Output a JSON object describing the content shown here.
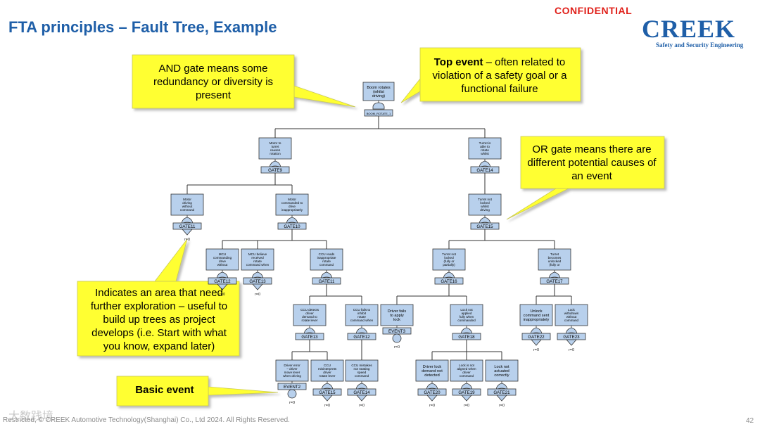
{
  "header": {
    "title": "FTA principles – Fault Tree, Example",
    "confidential": "CONFIDENTIAL",
    "logo_word": "CREEK",
    "logo_tagline": "Safety and Security Engineering"
  },
  "footer": {
    "copyright": "Restricted, © CREEK Automotive Technology(Shanghai) Co., Ltd 2024. All Rights Reserved.",
    "page_number": "42",
    "watermark": "大数践境"
  },
  "callouts": {
    "and_gate": "AND gate means some redundancy or diversity is present",
    "top_event_bold": "Top event",
    "top_event_rest": " – often related to violation of a safety goal or a functional failure",
    "or_gate": "OR gate means there are different potential causes of an event",
    "explore": "Indicates an area that need further exploration – useful to build up trees as project develops (i.e. Start with what you know, expand later)",
    "basic_event": "Basic event"
  },
  "tree": {
    "top": {
      "label": "Boom rotates (whilst driving)",
      "gate": "BOOM_ROTATE_1"
    },
    "motor_turret": {
      "label": "Motor to turret causes rotation",
      "gate": "GATE9"
    },
    "turret_able": {
      "label": "Turret is able to rotate whilst driving",
      "gate": "GATE14"
    },
    "motor_driving": {
      "label": "Motor driving without command",
      "gate": "GATE11"
    },
    "motor_commanded": {
      "label": "Motor commanded to drive inappropriately",
      "gate": "GATE10"
    },
    "turret_not_locked": {
      "label": "Turret not locked whilst driving",
      "gate": "GATE15"
    },
    "mcu_commanding": {
      "label": "MCU commanding drive without command from CCU",
      "gate": "GATE12"
    },
    "mcu_believe": {
      "label": "MCU believe received rotate command when CCU hasn't sent one",
      "gate": "GATE13"
    },
    "ccu_reads": {
      "label": "CCU reads inappropriate rotate command",
      "gate": "GATE11"
    },
    "turret_not_locked_before": {
      "label": "Turret not locked (fully or partially) before driving",
      "gate": "GATE16"
    },
    "turret_becomes_unlocked": {
      "label": "Turret becomes unlocked (fully or partially) whilst driving",
      "gate": "GATE17"
    },
    "ccu_detects": {
      "label": "CCU detects driver demand to rotate lever",
      "gate": "GATE13"
    },
    "ccu_fails_inhibit": {
      "label": "CCU fails to inhibit rotate command when moving",
      "gate": "GATE12"
    },
    "driver_fails_lock": {
      "label": "Driver fails to apply lock",
      "gate": "EVENT3"
    },
    "lock_not_applied": {
      "label": "Lock not applied fully when commanded",
      "gate": "GATE18"
    },
    "unlock_command": {
      "label": "Unlock command sent inappropriately",
      "gate": "GATE22"
    },
    "lock_withdraws": {
      "label": "Lock withdraws without command",
      "gate": "GATE23"
    },
    "driver_error": {
      "label": "Driver error – driver move lever when driving",
      "gate": "EVENT2"
    },
    "ccu_misinterpret": {
      "label": "CCU misinterprets driver rotate lever demand",
      "gate": "GATE15"
    },
    "ccu_mistake": {
      "label": "CCU mistakes not rotating speed command (believes stopped when actually moving)",
      "gate": "GATE14"
    },
    "driver_lock_demand": {
      "label": "Driver lock demand not detected",
      "gate": "GATE20"
    },
    "lock_not_aligned": {
      "label": "Lock is not aligned when driver command given, so not locked",
      "gate": "GATE19"
    },
    "lock_not_actuated": {
      "label": "Lock not actuated correctly",
      "gate": "GATE21"
    },
    "zero_label": "r=0"
  },
  "colors": {
    "title_blue": "#1f5fa8",
    "confidential_red": "#e0201a",
    "box_fill": "#b8d0ec",
    "callout_yellow": "#ffff33"
  }
}
